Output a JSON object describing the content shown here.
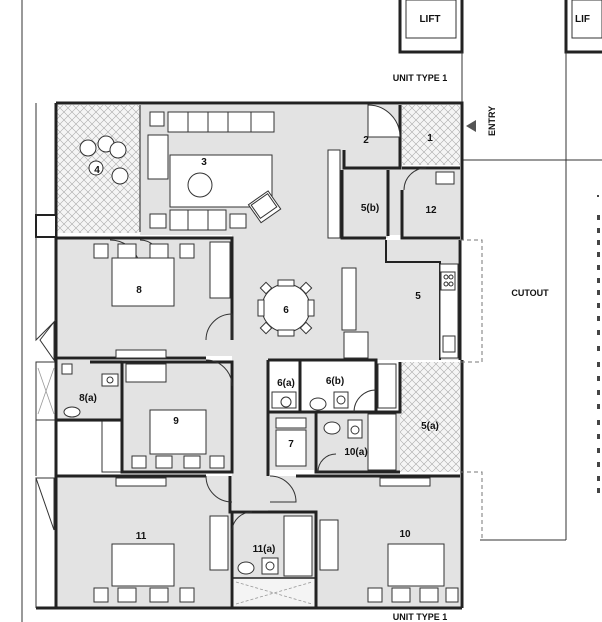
{
  "labels": {
    "lift_left": "LIFT",
    "lift_right": "LIF",
    "unit_type_top": "UNIT TYPE 1",
    "unit_type_bottom": "UNIT TYPE 1",
    "entry": "ENTRY",
    "cutout": "CUTOUT"
  },
  "rooms": {
    "r1": "1",
    "r2": "2",
    "r3": "3",
    "r4": "4",
    "r5": "5",
    "r5a": "5(a)",
    "r5b": "5(b)",
    "r6": "6",
    "r6a": "6(a)",
    "r6b": "6(b)",
    "r7": "7",
    "r8": "8",
    "r8a": "8(a)",
    "r9": "9",
    "r10": "10",
    "r10a": "10(a)",
    "r11": "11",
    "r11a": "11(a)",
    "r12": "12"
  },
  "colors": {
    "floor": "#e3e3e3",
    "wall": "#222222",
    "balcony": "#f4f4f4"
  }
}
